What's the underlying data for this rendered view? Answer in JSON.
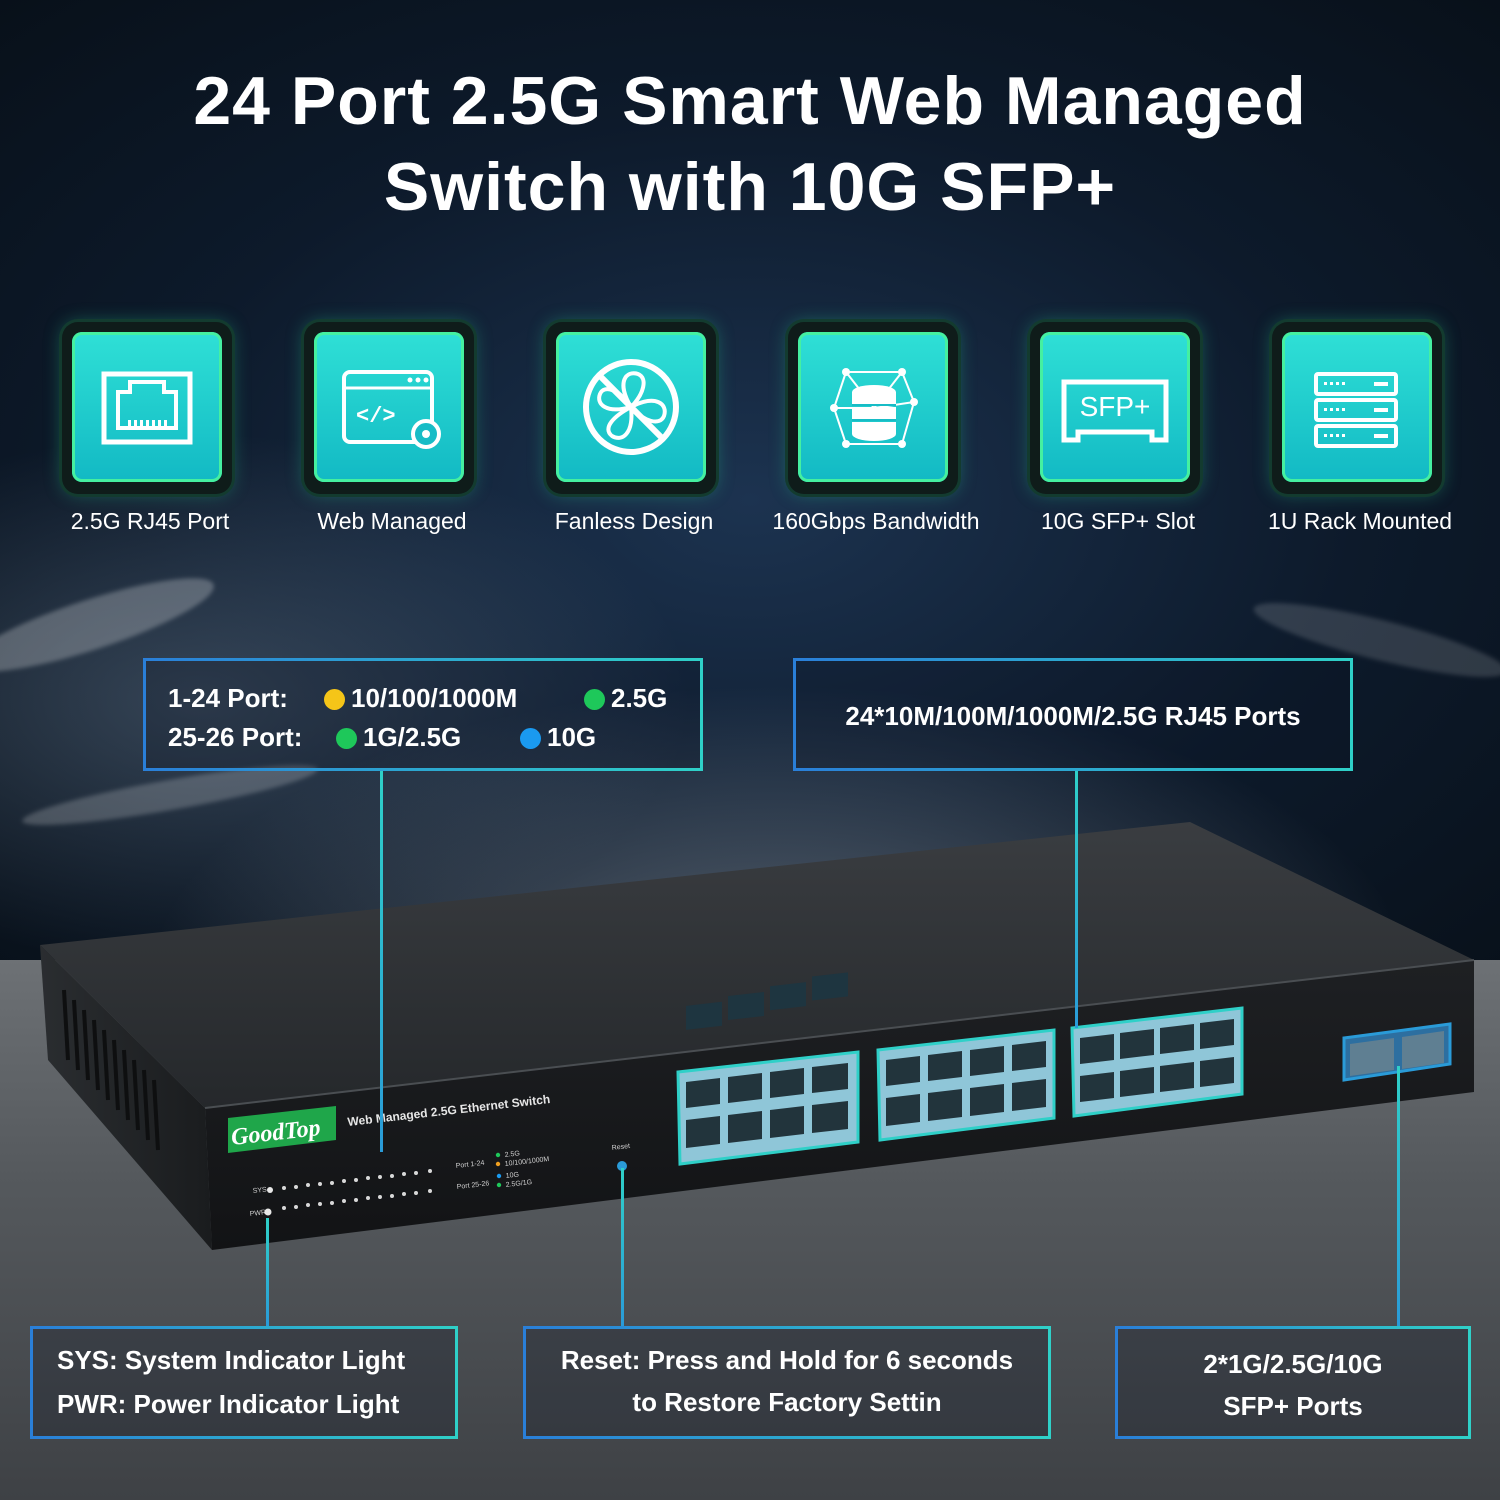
{
  "title": {
    "line1": "24 Port 2.5G Smart Web Managed",
    "line2": "Switch with 10G SFP+"
  },
  "features": [
    {
      "icon": "rj45-port-icon",
      "label": "2.5G RJ45 Port"
    },
    {
      "icon": "web-code-gear-icon",
      "label": "Web Managed"
    },
    {
      "icon": "no-fan-icon",
      "label": "Fanless Design"
    },
    {
      "icon": "database-network-icon",
      "label": "160Gbps Bandwidth"
    },
    {
      "icon": "sfp-slot-icon",
      "label": "10G SFP+ Slot",
      "icon_text": "SFP+"
    },
    {
      "icon": "rack-server-icon",
      "label": "1U Rack Mounted"
    }
  ],
  "led_legend": {
    "row1_label": "1-24 Port:",
    "row1_a": "10/100/1000M",
    "row1_b": "2.5G",
    "row2_label": "25-26 Port:",
    "row2_a": "1G/2.5G",
    "row2_b": "10G"
  },
  "rj45_callout": "24*10M/100M/1000M/2.5G RJ45 Ports",
  "indicator_callout": {
    "line1": "SYS: System Indicator Light",
    "line2": "PWR: Power Indicator Light"
  },
  "reset_callout": {
    "line1": "Reset: Press and Hold for 6 seconds",
    "line2": "to Restore Factory Settin"
  },
  "sfp_callout": {
    "line1": "2*1G/2.5G/10G",
    "line2": "SFP+ Ports"
  },
  "device": {
    "brand": "GoodTop",
    "model_text": "Web Managed 2.5G Ethernet Switch",
    "sys_label": "SYS",
    "pwr_label": "PWR",
    "reset_label": "Reset",
    "legend_port_1_24": "Port 1-24",
    "legend_port_25_26": "Port 25-26",
    "legend_2_5g": "2.5G",
    "legend_10_100_1000m": "10/100/1000M",
    "legend_10g": "10G",
    "legend_2_5g_1g": "2.5G/1G"
  },
  "colors": {
    "accent_teal": "#2fd0c8",
    "accent_blue": "#2a7fd8",
    "led_yellow": "#f5c518",
    "led_green": "#1ec85a",
    "led_blue": "#1a9af0",
    "brand_green": "#1fa64a"
  }
}
